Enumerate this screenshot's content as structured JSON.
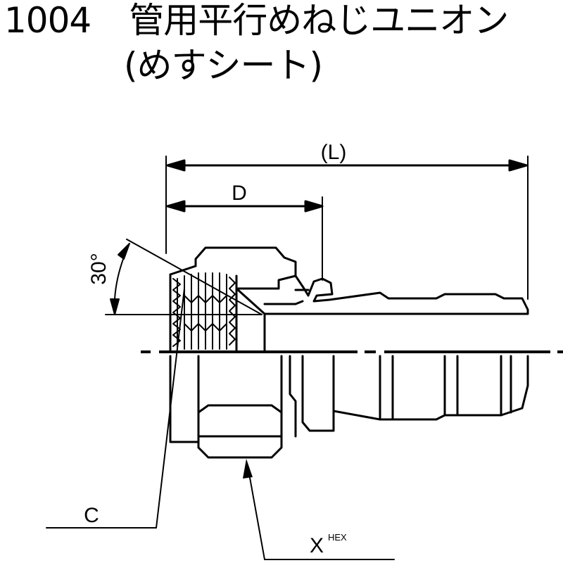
{
  "title": {
    "code": "1004",
    "name_line1": "管用平行めねじユニオン",
    "name_line2": "(めすシート)"
  },
  "labels": {
    "length": "(L)",
    "depth": "D",
    "angle": "30°",
    "thread": "C",
    "hex": "X",
    "hex_sup": "HEX"
  },
  "colors": {
    "line": "#000000",
    "background": "#ffffff"
  }
}
